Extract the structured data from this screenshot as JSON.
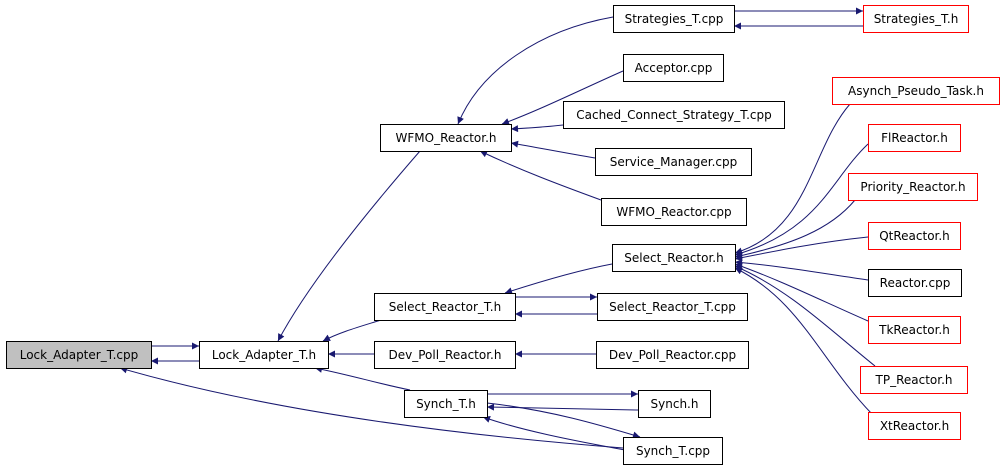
{
  "colors": {
    "edge": "#191970",
    "normal_border": "#000000",
    "external_border": "#ff0000",
    "root_fill": "#c0c0c0",
    "node_fill": "#ffffff"
  },
  "nodes": [
    {
      "id": "lock_adapter_t_cpp",
      "label": "Lock_Adapter_T.cpp",
      "kind": "root"
    },
    {
      "id": "lock_adapter_t_h",
      "label": "Lock_Adapter_T.h",
      "kind": "normal"
    },
    {
      "id": "wfmo_reactor_h",
      "label": "WFMO_Reactor.h",
      "kind": "normal"
    },
    {
      "id": "strategies_t_cpp",
      "label": "Strategies_T.cpp",
      "kind": "normal"
    },
    {
      "id": "strategies_t_h",
      "label": "Strategies_T.h",
      "kind": "external"
    },
    {
      "id": "acceptor_cpp",
      "label": "Acceptor.cpp",
      "kind": "normal"
    },
    {
      "id": "cached_connect_strategy_t_cpp",
      "label": "Cached_Connect_Strategy_T.cpp",
      "kind": "normal"
    },
    {
      "id": "service_manager_cpp",
      "label": "Service_Manager.cpp",
      "kind": "normal"
    },
    {
      "id": "wfmo_reactor_cpp",
      "label": "WFMO_Reactor.cpp",
      "kind": "normal"
    },
    {
      "id": "select_reactor_h",
      "label": "Select_Reactor.h",
      "kind": "normal"
    },
    {
      "id": "select_reactor_t_h",
      "label": "Select_Reactor_T.h",
      "kind": "normal"
    },
    {
      "id": "select_reactor_t_cpp",
      "label": "Select_Reactor_T.cpp",
      "kind": "normal"
    },
    {
      "id": "dev_poll_reactor_h",
      "label": "Dev_Poll_Reactor.h",
      "kind": "normal"
    },
    {
      "id": "dev_poll_reactor_cpp",
      "label": "Dev_Poll_Reactor.cpp",
      "kind": "normal"
    },
    {
      "id": "synch_t_h",
      "label": "Synch_T.h",
      "kind": "normal"
    },
    {
      "id": "synch_h",
      "label": "Synch.h",
      "kind": "normal"
    },
    {
      "id": "synch_t_cpp",
      "label": "Synch_T.cpp",
      "kind": "normal"
    },
    {
      "id": "asynch_pseudo_task_h",
      "label": "Asynch_Pseudo_Task.h",
      "kind": "external"
    },
    {
      "id": "flreactor_h",
      "label": "FlReactor.h",
      "kind": "external"
    },
    {
      "id": "priority_reactor_h",
      "label": "Priority_Reactor.h",
      "kind": "external"
    },
    {
      "id": "qtreactor_h",
      "label": "QtReactor.h",
      "kind": "external"
    },
    {
      "id": "reactor_cpp",
      "label": "Reactor.cpp",
      "kind": "normal"
    },
    {
      "id": "tkreactor_h",
      "label": "TkReactor.h",
      "kind": "external"
    },
    {
      "id": "tp_reactor_h",
      "label": "TP_Reactor.h",
      "kind": "external"
    },
    {
      "id": "xtreactor_h",
      "label": "XtReactor.h",
      "kind": "external"
    }
  ],
  "edges": [
    {
      "from": "lock_adapter_t_h",
      "to": "lock_adapter_t_cpp"
    },
    {
      "from": "lock_adapter_t_cpp",
      "to": "lock_adapter_t_h"
    },
    {
      "from": "wfmo_reactor_h",
      "to": "lock_adapter_t_h"
    },
    {
      "from": "select_reactor_t_h",
      "to": "lock_adapter_t_h"
    },
    {
      "from": "dev_poll_reactor_h",
      "to": "lock_adapter_t_h"
    },
    {
      "from": "synch_t_h",
      "to": "lock_adapter_t_h"
    },
    {
      "from": "synch_t_cpp",
      "to": "lock_adapter_t_cpp"
    },
    {
      "from": "strategies_t_cpp",
      "to": "wfmo_reactor_h"
    },
    {
      "from": "acceptor_cpp",
      "to": "wfmo_reactor_h"
    },
    {
      "from": "cached_connect_strategy_t_cpp",
      "to": "wfmo_reactor_h"
    },
    {
      "from": "service_manager_cpp",
      "to": "wfmo_reactor_h"
    },
    {
      "from": "wfmo_reactor_cpp",
      "to": "wfmo_reactor_h"
    },
    {
      "from": "strategies_t_cpp",
      "to": "strategies_t_h"
    },
    {
      "from": "strategies_t_h",
      "to": "strategies_t_cpp"
    },
    {
      "from": "select_reactor_h",
      "to": "select_reactor_t_h"
    },
    {
      "from": "select_reactor_t_h",
      "to": "select_reactor_t_cpp"
    },
    {
      "from": "select_reactor_t_cpp",
      "to": "select_reactor_t_h"
    },
    {
      "from": "dev_poll_reactor_cpp",
      "to": "dev_poll_reactor_h"
    },
    {
      "from": "synch_t_h",
      "to": "synch_h"
    },
    {
      "from": "synch_h",
      "to": "synch_t_h"
    },
    {
      "from": "synch_t_h",
      "to": "synch_t_cpp"
    },
    {
      "from": "synch_t_cpp",
      "to": "synch_t_h"
    },
    {
      "from": "asynch_pseudo_task_h",
      "to": "select_reactor_h"
    },
    {
      "from": "flreactor_h",
      "to": "select_reactor_h"
    },
    {
      "from": "priority_reactor_h",
      "to": "select_reactor_h"
    },
    {
      "from": "qtreactor_h",
      "to": "select_reactor_h"
    },
    {
      "from": "reactor_cpp",
      "to": "select_reactor_h"
    },
    {
      "from": "tkreactor_h",
      "to": "select_reactor_h"
    },
    {
      "from": "tp_reactor_h",
      "to": "select_reactor_h"
    },
    {
      "from": "xtreactor_h",
      "to": "select_reactor_h"
    }
  ]
}
